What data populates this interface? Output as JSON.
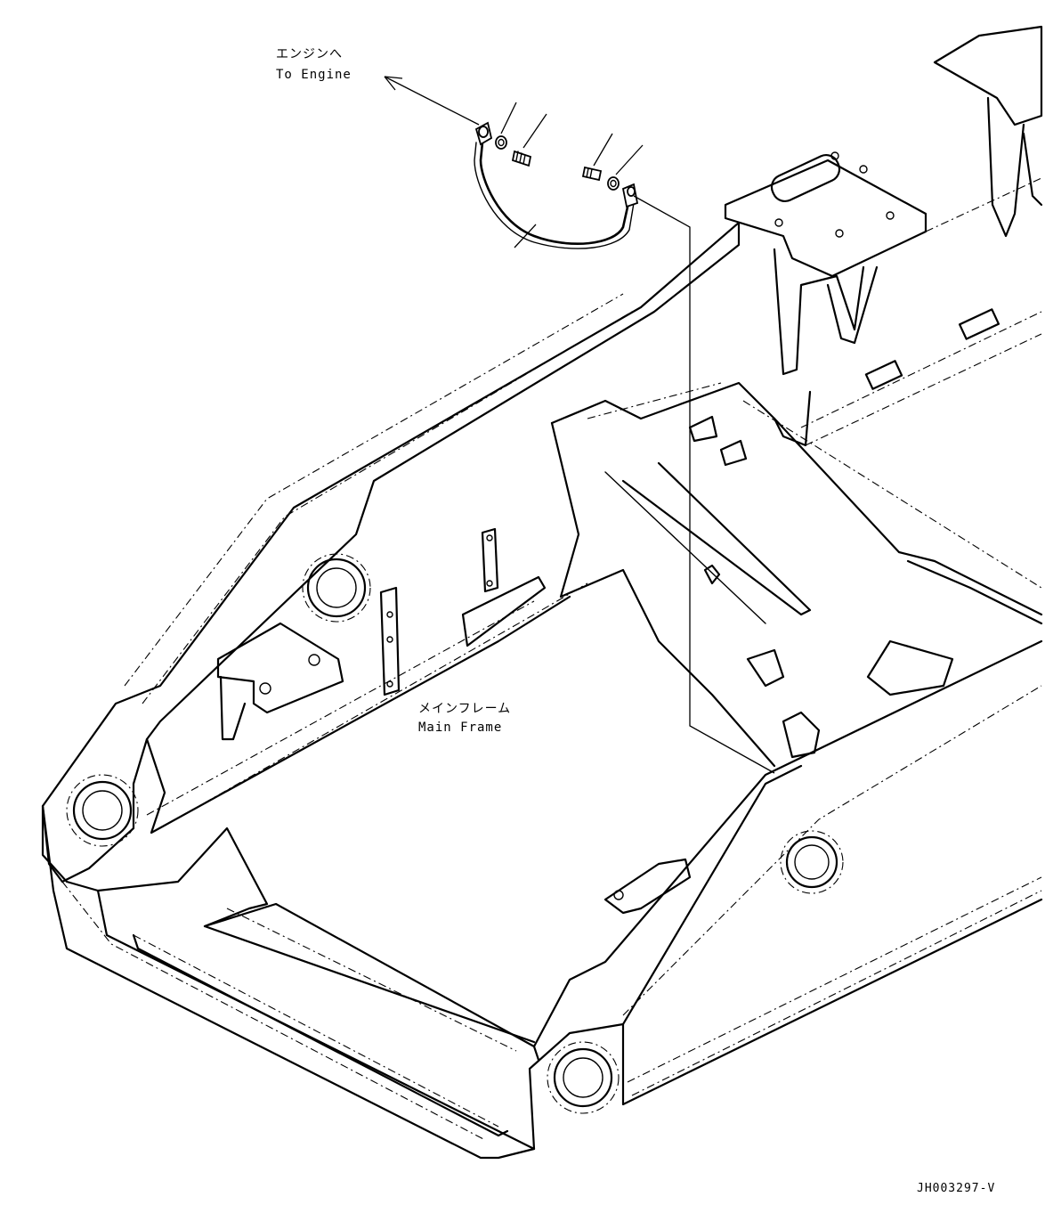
{
  "labels": {
    "engine_ja": "エンジンへ",
    "engine_en": "To Engine",
    "frame_ja": "メインフレーム",
    "frame_en": "Main Frame"
  },
  "drawing_code": "JH003297-V"
}
